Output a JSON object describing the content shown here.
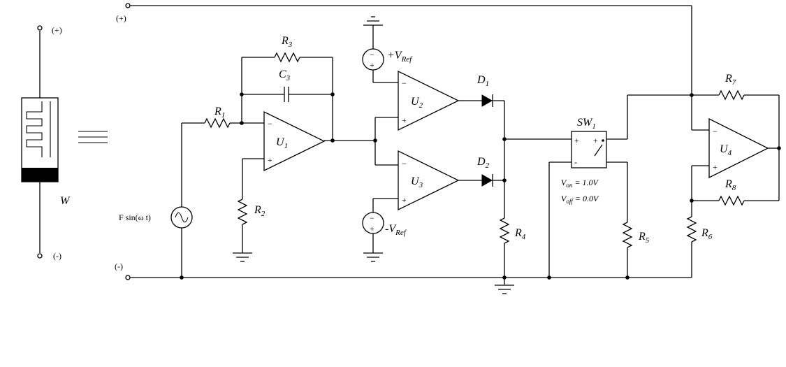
{
  "sensor": {
    "top_terminal": "(+)",
    "bottom_terminal": "(-)",
    "label": "W",
    "equivalence_symbol": "≡"
  },
  "terminals": {
    "plus": "(+)",
    "minus": "(-)"
  },
  "source": {
    "label_prefix": "F sin(",
    "omega": "ω",
    "label_suffix": " t)"
  },
  "components": {
    "R1": {
      "main": "R",
      "sub": "1"
    },
    "R2": {
      "main": "R",
      "sub": "2"
    },
    "R3": {
      "main": "R",
      "sub": "3"
    },
    "C3": {
      "main": "C",
      "sub": "3"
    },
    "R4": {
      "main": "R",
      "sub": "4"
    },
    "R5": {
      "main": "R",
      "sub": "5"
    },
    "R6": {
      "main": "R",
      "sub": "6"
    },
    "R7": {
      "main": "R",
      "sub": "7"
    },
    "R8": {
      "main": "R",
      "sub": "8"
    },
    "D1": {
      "main": "D",
      "sub": "1"
    },
    "D2": {
      "main": "D",
      "sub": "2"
    },
    "U1": {
      "main": "U",
      "sub": "1"
    },
    "U2": {
      "main": "U",
      "sub": "2"
    },
    "U3": {
      "main": "U",
      "sub": "3"
    },
    "U4": {
      "main": "U",
      "sub": "4"
    },
    "SW1": {
      "main": "SW",
      "sub": "1"
    }
  },
  "references": {
    "positive": {
      "sign": "+V",
      "sub": "Ref"
    },
    "negative": {
      "sign": "-V",
      "sub": "Ref"
    }
  },
  "switch": {
    "von_main": "V",
    "von_sub": "on",
    "von_value": " = 1.0V",
    "voff_main": "V",
    "voff_sub": "off",
    "voff_value": " = 0.0V"
  },
  "signs": {
    "plus": "+",
    "minus": "−",
    "pin_plus": "+",
    "pin_minus": "-"
  }
}
